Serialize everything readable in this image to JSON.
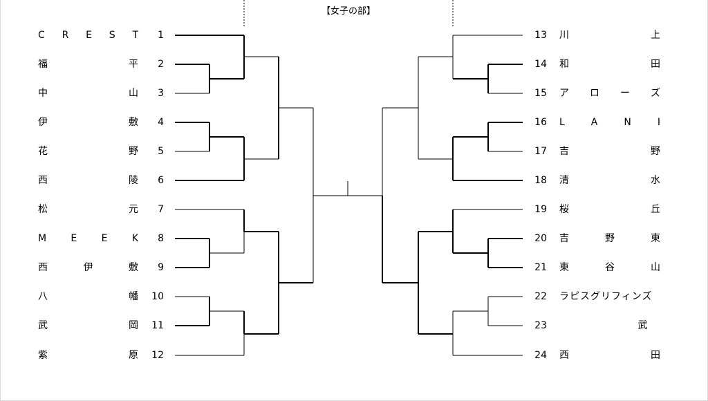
{
  "title": "【女子の部】",
  "left_teams": [
    {
      "num": "1",
      "name": "C R E S T"
    },
    {
      "num": "2",
      "name": "福 平"
    },
    {
      "num": "3",
      "name": "中 山"
    },
    {
      "num": "4",
      "name": "伊 敷"
    },
    {
      "num": "5",
      "name": "花 野"
    },
    {
      "num": "6",
      "name": "西 陵"
    },
    {
      "num": "7",
      "name": "松 元"
    },
    {
      "num": "8",
      "name": "M E E K"
    },
    {
      "num": "9",
      "name": "西 伊 敷"
    },
    {
      "num": "10",
      "name": "八 幡"
    },
    {
      "num": "11",
      "name": "武 岡"
    },
    {
      "num": "12",
      "name": "紫 原"
    }
  ],
  "right_teams": [
    {
      "num": "13",
      "name": "川 上"
    },
    {
      "num": "14",
      "name": "和 田"
    },
    {
      "num": "15",
      "name": "ア ロ ー ズ"
    },
    {
      "num": "16",
      "name": "L A N I"
    },
    {
      "num": "17",
      "name": "吉 野"
    },
    {
      "num": "18",
      "name": "清 水"
    },
    {
      "num": "19",
      "name": "桜 丘"
    },
    {
      "num": "20",
      "name": "吉 野 東"
    },
    {
      "num": "21",
      "name": "東 谷 山"
    },
    {
      "num": "22",
      "name": "ラピスグリフィンズ"
    },
    {
      "num": "23",
      "name": "　 武 　"
    },
    {
      "num": "24",
      "name": "西 田"
    }
  ]
}
